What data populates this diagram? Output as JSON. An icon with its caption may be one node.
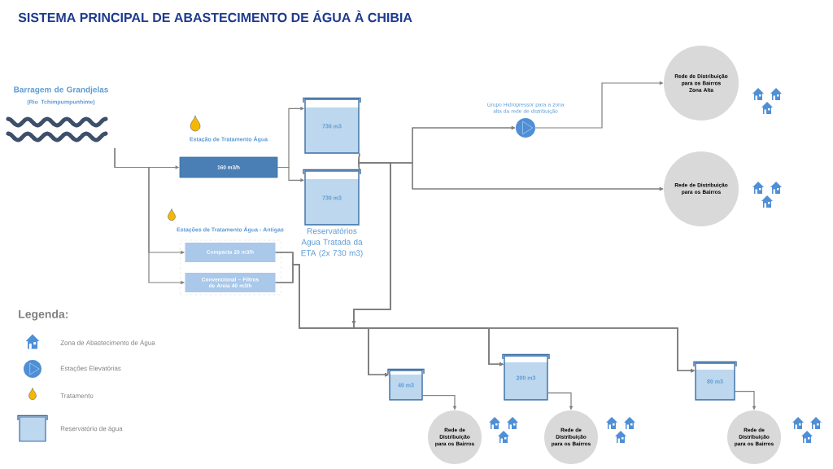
{
  "diagram": {
    "title": "SISTEMA PRINCIPAL DE ABASTECIMENTO DE ÁGUA À CHIBIA",
    "nodes": [
      {
        "text": [
          "Barragem de Grandjelas",
          "(Rio Tchimpumpunhime)"
        ]
      },
      {
        "text": [
          "Estação de Tratamento Água",
          "160 m3/h"
        ]
      },
      {
        "text": [
          "Estações de Tratamento Água - Antigas"
        ]
      },
      {
        "text": [
          "Compacta 20 m3/h"
        ],
        "in": 2
      },
      {
        "text": [
          "Convencional – Filtros de Areia 40 m3/h"
        ],
        "in": 2
      },
      {
        "text": [
          "730 m3"
        ]
      },
      {
        "text": [
          "730 m3"
        ]
      },
      {
        "text": [],
        "shape": "circle",
        "beside": [
          "Grupo Hidropressor para a zona alta da rede de distribuição"
        ]
      },
      {
        "text": [
          "Rede de Distribuição para os Bairros Zona Alta"
        ]
      },
      {
        "text": [
          "Rede de Distribuição para os Bairros"
        ]
      },
      {
        "text": [
          "40 m3"
        ]
      },
      {
        "text": [
          "200 m3"
        ]
      },
      {
        "text": [
          "80 m3"
        ]
      },
      {
        "text": [
          "Rede de Distribuição para os Bairros"
        ]
      },
      {
        "text": [
          "Rede de Distribuição para os Bairros"
        ]
      },
      {
        "text": [
          "Rede de Distribuição para os Bairros"
        ]
      }
    ],
    "edges": [
      {
        "from": 0,
        "to": 1,
        "arrow": "to"
      },
      {
        "from": 0,
        "to": 3,
        "arrow": "to"
      },
      {
        "from": 0,
        "to": 4,
        "arrow": "to"
      },
      {
        "from": 1,
        "to": 5,
        "arrow": "to"
      },
      {
        "from": 1,
        "to": 6,
        "arrow": "to"
      },
      {
        "from": 5,
        "to": 7,
        "arrow": "to"
      },
      {
        "from": 6,
        "to": 7,
        "arrow": "to"
      },
      {
        "from": 7,
        "to": 8,
        "arrow": "to"
      },
      {
        "from": 5,
        "to": 9,
        "arrow": "to"
      },
      {
        "from": 6,
        "to": 9,
        "arrow": "to"
      },
      {
        "from": 5,
        "to": 10,
        "arrow": "to"
      },
      {
        "from": 6,
        "to": 10,
        "arrow": "to"
      },
      {
        "from": 5,
        "to": 11,
        "arrow": "to"
      },
      {
        "from": 6,
        "to": 11,
        "arrow": "to"
      },
      {
        "from": 5,
        "to": 12,
        "arrow": "to"
      },
      {
        "from": 6,
        "to": 12,
        "arrow": "to"
      },
      {
        "from": 3,
        "to": 10,
        "arrow": "to"
      },
      {
        "from": 4,
        "to": 10,
        "arrow": "to"
      },
      {
        "from": 3,
        "to": 11,
        "arrow": "to"
      },
      {
        "from": 4,
        "to": 11,
        "arrow": "to"
      },
      {
        "from": 3,
        "to": 12,
        "arrow": "to"
      },
      {
        "from": 4,
        "to": 12,
        "arrow": "to"
      },
      {
        "from": 10,
        "to": 13,
        "arrow": "to"
      },
      {
        "from": 11,
        "to": 14,
        "arrow": "to"
      },
      {
        "from": 12,
        "to": 15,
        "arrow": "to"
      }
    ],
    "labels": [
      "Reservatórios Agua Tratada da ETA (2x 730 m3)",
      "Legenda:"
    ],
    "legend": [
      {
        "text": "Zona de Abastecimento de Água"
      },
      {
        "text": "Estações Elevatórias"
      },
      {
        "text": "Tratamento"
      },
      {
        "text": "Reservatório de água"
      }
    ]
  }
}
